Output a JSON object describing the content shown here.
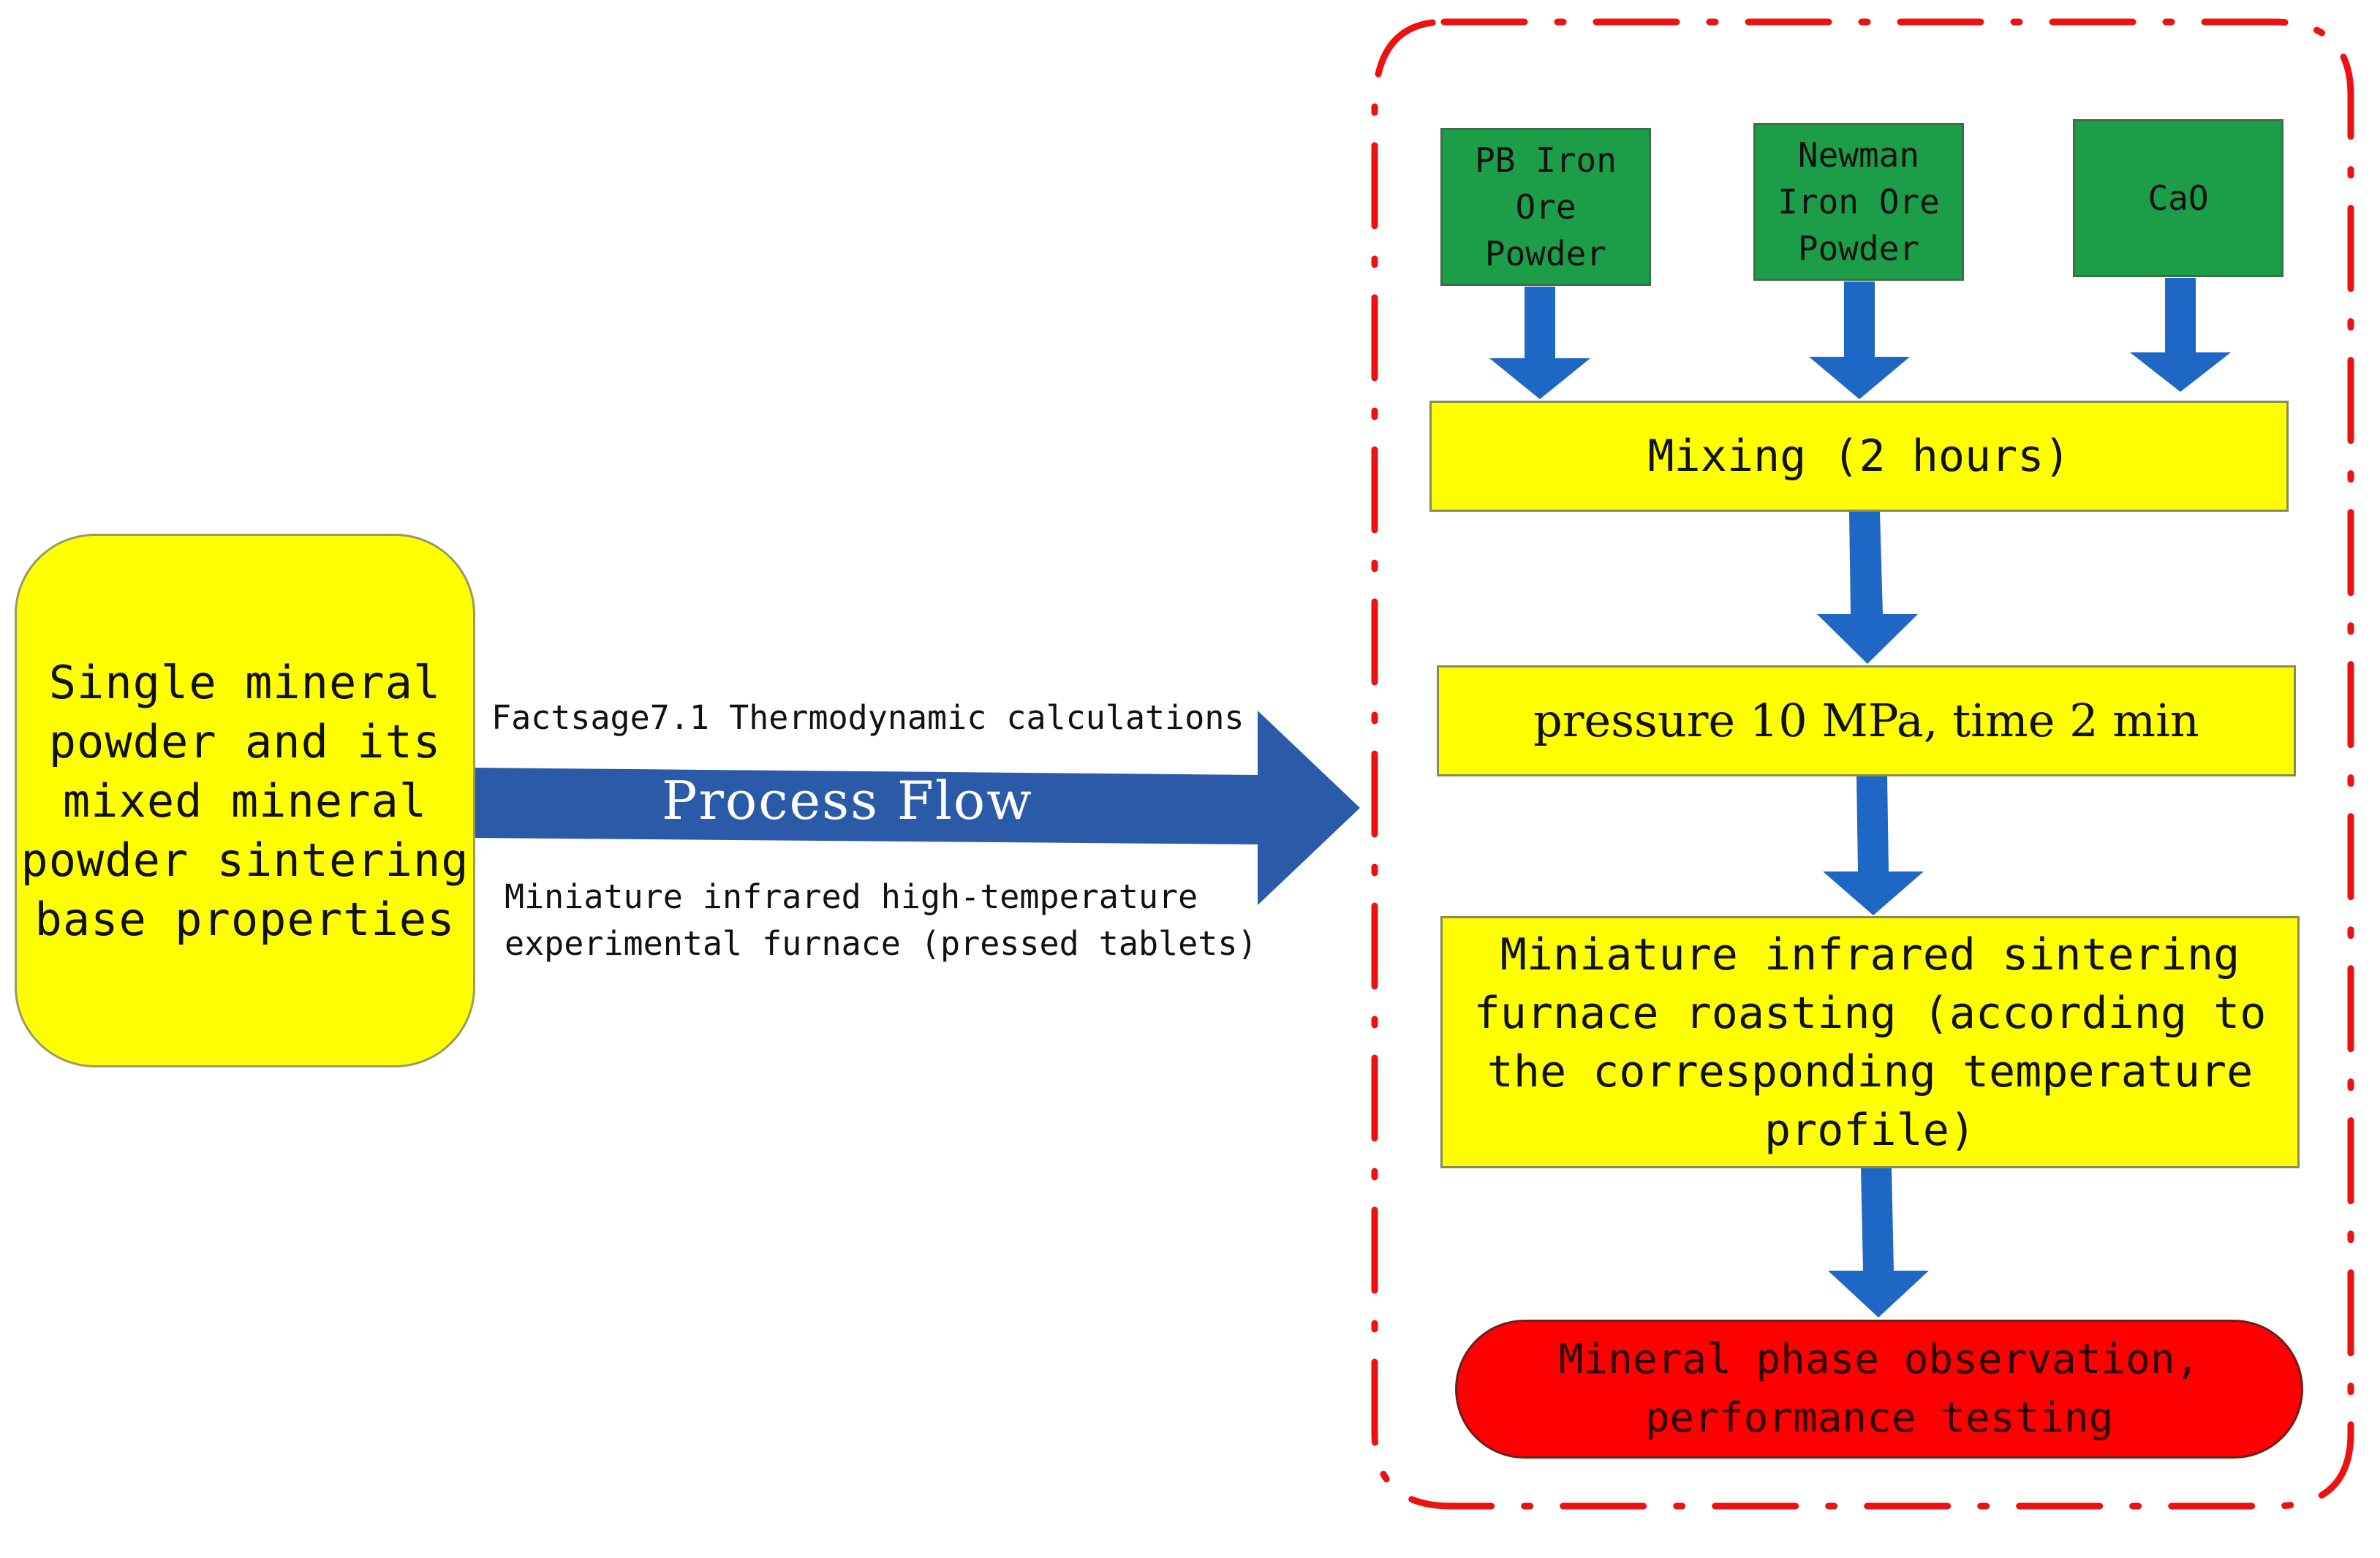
{
  "colors": {
    "input_green": "#1c9e48",
    "step_yellow": "#ffff00",
    "final_red": "#ff0000",
    "flow_arrow_blue": "#1f67c4",
    "process_arrow_blue": "#2b5aa8",
    "frame_red": "#ee1111"
  },
  "source": {
    "lines": [
      "Single mineral",
      "powder and its",
      "mixed mineral",
      "powder sintering",
      "base properties"
    ]
  },
  "process_arrow": {
    "title": "Process Flow",
    "top_label": "Factsage7.1 Thermodynamic calculations",
    "bottom_label_lines": [
      "Miniature infrared high-temperature",
      "experimental furnace (pressed tablets)"
    ]
  },
  "inputs": [
    {
      "lines": [
        "PB Iron",
        "Ore",
        "Powder"
      ]
    },
    {
      "lines": [
        "Newman",
        "Iron Ore",
        "Powder"
      ]
    },
    {
      "lines": [
        "CaO"
      ]
    }
  ],
  "steps": {
    "mixing": "Mixing (2 hours)",
    "pressure": "pressure 10 MPa, time 2 min",
    "roasting_lines": [
      "Miniature infrared sintering",
      "furnace roasting (according to",
      "the corresponding temperature",
      "profile)"
    ]
  },
  "final": {
    "lines": [
      "Mineral phase observation,",
      "performance testing"
    ]
  }
}
